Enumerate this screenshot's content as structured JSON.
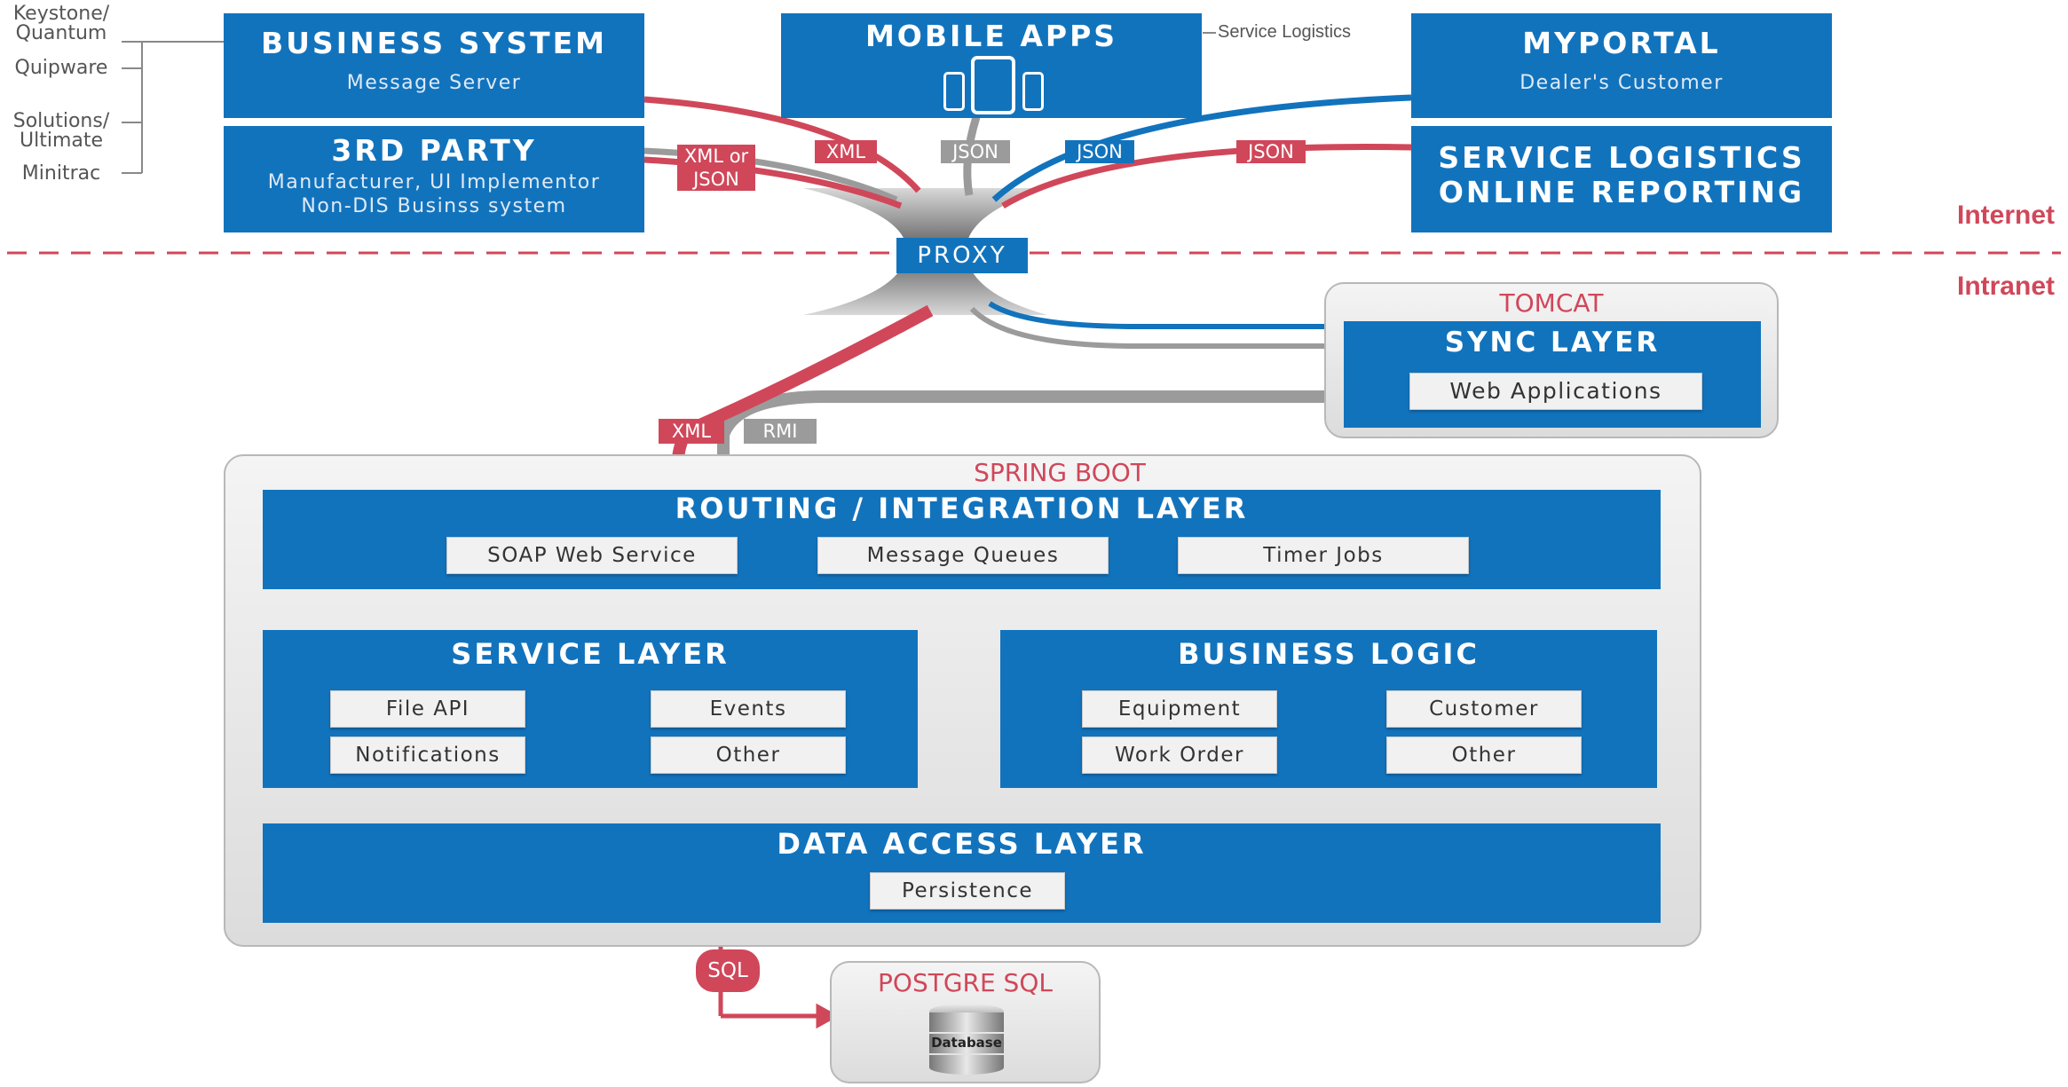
{
  "left_labels": {
    "keystone": "Keystone/\nQuantum",
    "quipware": "Quipware",
    "solutions": "Solutions/\nUltimate",
    "minitrac": "Minitrac"
  },
  "business_system": {
    "title": "BUSINESS SYSTEM",
    "subtitle": "Message Server"
  },
  "third_party": {
    "title": "3RD PARTY",
    "subtitle_1": "Manufacturer, UI Implementor",
    "subtitle_2": "Non-DIS Businss system"
  },
  "mobile_apps": {
    "title": "MOBILE APPS",
    "note": "Service Logistics"
  },
  "myportal": {
    "title": "MYPORTAL",
    "subtitle": "Dealer's Customer"
  },
  "service_logistics_reporting": {
    "title_1": "SERVICE LOGISTICS",
    "title_2": "ONLINE REPORTING"
  },
  "tags": {
    "xml_or_json_1": "XML or",
    "xml_or_json_2": "JSON",
    "xml_top": "XML",
    "json_grey": "JSON",
    "json_blue": "JSON",
    "json_red": "JSON",
    "xml_bottom": "XML",
    "rmi": "RMI",
    "sql": "SQL"
  },
  "proxy": {
    "label": "PROXY"
  },
  "zones": {
    "internet": "Internet",
    "intranet": "Intranet"
  },
  "tomcat": {
    "label": "TOMCAT",
    "sync_layer": {
      "title": "SYNC LAYER",
      "item": "Web Applications"
    }
  },
  "spring_boot": {
    "label": "SPRING BOOT",
    "routing": {
      "title": "ROUTING / INTEGRATION LAYER",
      "items": [
        "SOAP Web Service",
        "Message Queues",
        "Timer Jobs"
      ]
    },
    "service_layer": {
      "title": "SERVICE LAYER",
      "items": [
        "File API",
        "Events",
        "Notifications",
        "Other"
      ]
    },
    "business_logic": {
      "title": "BUSINESS LOGIC",
      "items": [
        "Equipment",
        "Customer",
        "Work Order",
        "Other"
      ]
    },
    "data_access": {
      "title": "DATA ACCESS LAYER",
      "item": "Persistence"
    }
  },
  "postgre": {
    "label": "POSTGRE SQL",
    "db_label": "Database"
  },
  "colors": {
    "blue": "#1273bd",
    "red": "#d0475a",
    "grey": "#9b9b9b"
  }
}
